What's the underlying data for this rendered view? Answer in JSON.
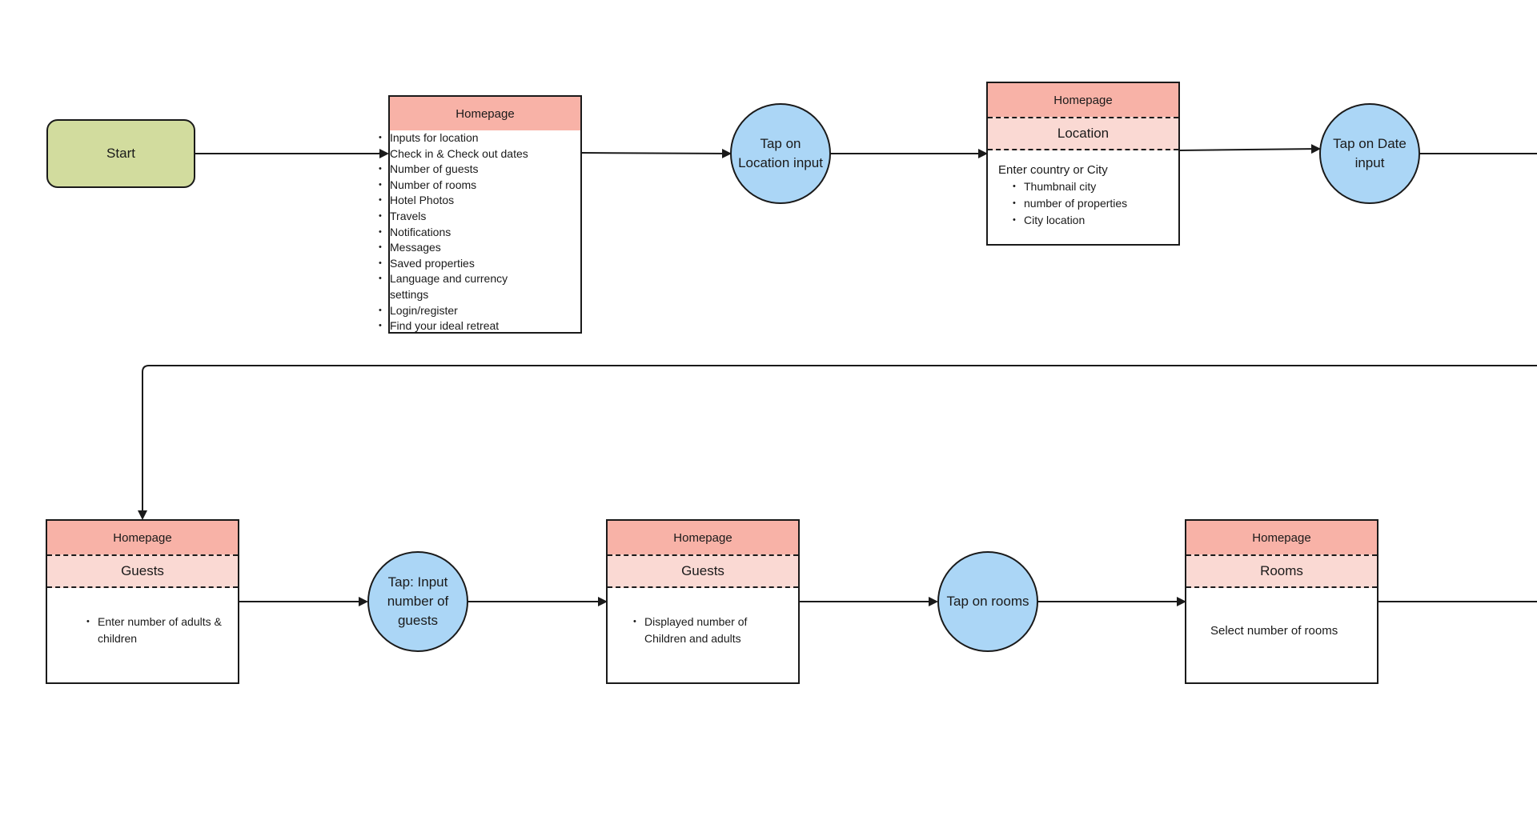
{
  "start": {
    "label": "Start"
  },
  "homepage_card": {
    "header": "Homepage",
    "items": [
      "Inputs for location",
      "Check in & Check out dates",
      "Number of guests",
      "Number of rooms",
      "Hotel Photos",
      "Travels",
      "Notifications",
      "Messages",
      "Saved properties",
      "Language and currency settings",
      "Login/register",
      "Find your ideal retreat"
    ]
  },
  "tap_location": {
    "label": "Tap on Location input"
  },
  "location_card": {
    "header": "Homepage",
    "section": "Location",
    "intro": "Enter country or City",
    "items": [
      "Thumbnail city",
      "number of properties",
      "City location"
    ]
  },
  "tap_date": {
    "label": "Tap on Date input"
  },
  "guests_card": {
    "header": "Homepage",
    "section": "Guests",
    "items": [
      "Enter number of adults & children"
    ]
  },
  "tap_guests": {
    "label": "Tap: Input number of guests"
  },
  "guests_display_card": {
    "header": "Homepage",
    "section": "Guests",
    "items": [
      "Displayed number of Children and adults"
    ]
  },
  "tap_rooms": {
    "label": "Tap on rooms"
  },
  "rooms_card": {
    "header": "Homepage",
    "section": "Rooms",
    "text": "Select number of rooms"
  },
  "colors": {
    "start_fill": "#d2dc9e",
    "action_fill": "#abd6f6",
    "header_fill": "#f8b2a7",
    "section_fill": "#fad9d3",
    "line": "#1a1a1a"
  }
}
